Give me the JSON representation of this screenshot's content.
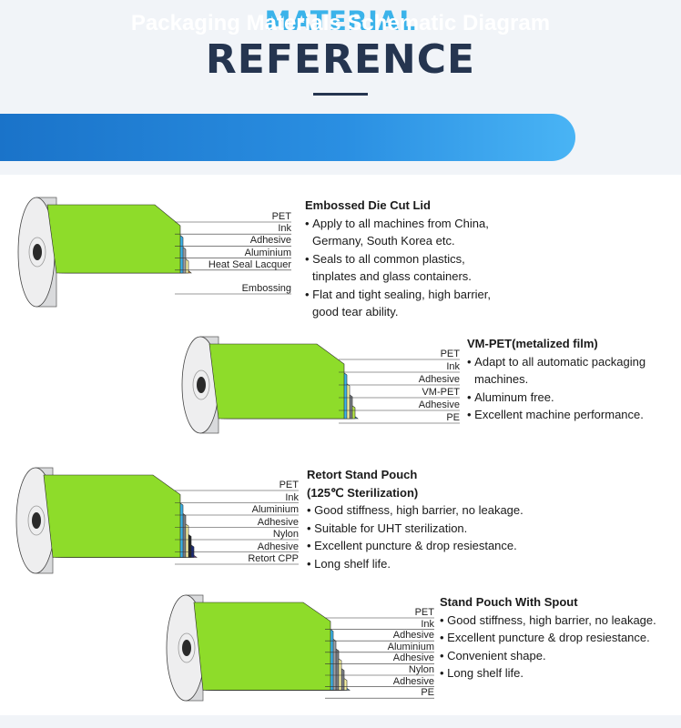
{
  "header": {
    "title_top": "MATERIAL",
    "title_main": "REFERENCE",
    "banner": "Packaging Materials Schematic Diagram"
  },
  "colors": {
    "title_top": "#3bb3ea",
    "title_main": "#253550",
    "banner": "#2a8fe2",
    "layer": {
      "PET": "#8edc2a",
      "Ink": "#3bb3ea",
      "Adhesive": "#9ca0a6",
      "Aluminium": "#f8f3a4",
      "Heat Seal Lacquer": "#f29a1e",
      "VM-PET": "#7a7e84",
      "PE": "#3aa0e2",
      "Nylon": "#1b2a78",
      "Retort CPP": "#8a3aa8",
      "Adhesive_dark": "#23262b",
      "Nylon_stand": "#7c8087"
    }
  },
  "products": [
    {
      "name": "Embossed Die Cut Lid",
      "layers": [
        "PET",
        "Ink",
        "Adhesive",
        "Aluminium",
        "Heat Seal Lacquer"
      ],
      "extra_label": "Embossing",
      "layer_colors": [
        "#8edc2a",
        "#3bb3ea",
        "#9ca0a6",
        "#f8f3a4",
        "#f29a1e"
      ],
      "features": [
        [
          "Apply to all machines from China,",
          "Germany, South Korea etc."
        ],
        [
          "Seals to all common plastics,",
          "tinplates and glass containers."
        ],
        [
          "Flat and tight sealing, high barrier,",
          "good tear ability."
        ]
      ]
    },
    {
      "name": "VM-PET(metalized film)",
      "layers": [
        "PET",
        "Ink",
        "Adhesive",
        "VM-PET",
        "Adhesive",
        "PE"
      ],
      "layer_colors": [
        "#8edc2a",
        "#3bb3ea",
        "#f8f3a4",
        "#7a7e84",
        "#b9e94a",
        "#3aa0e2"
      ],
      "features": [
        [
          "Adapt to all automatic packaging",
          "machines."
        ],
        [
          "Aluminum free."
        ],
        [
          "Excellent machine performance."
        ]
      ]
    },
    {
      "name": "Retort Stand Pouch",
      "name_line2": "(125℃ Sterilization)",
      "layers": [
        "PET",
        "Ink",
        "Aluminium",
        "Adhesive",
        "Nylon",
        "Adhesive",
        "Retort CPP"
      ],
      "layer_colors": [
        "#8edc2a",
        "#3bb3ea",
        "#7a7e84",
        "#f8f3a4",
        "#23262b",
        "#1b2a78",
        "#8a3aa8"
      ],
      "features": [
        [
          "Good stiffness, high barrier, no leakage."
        ],
        [
          "Suitable for UHT sterilization."
        ],
        [
          "Excellent puncture & drop resiestance."
        ],
        [
          "Long shelf life."
        ]
      ]
    },
    {
      "name": "Stand Pouch With Spout",
      "layers": [
        "PET",
        "Ink",
        "Adhesive",
        "Aluminium",
        "Adhesive",
        "Nylon",
        "Adhesive",
        "PE"
      ],
      "layer_colors": [
        "#8edc2a",
        "#3bb3ea",
        "#9ca0a6",
        "#7a7e84",
        "#f8f3a4",
        "#7c8087",
        "#f8f3a4",
        "#3aa0e2"
      ],
      "features": [
        [
          "Good stiffness, high barrier, no leakage."
        ],
        [
          "Excellent puncture & drop resiestance."
        ],
        [
          "Convenient shape."
        ],
        [
          "Long shelf life."
        ]
      ]
    }
  ]
}
